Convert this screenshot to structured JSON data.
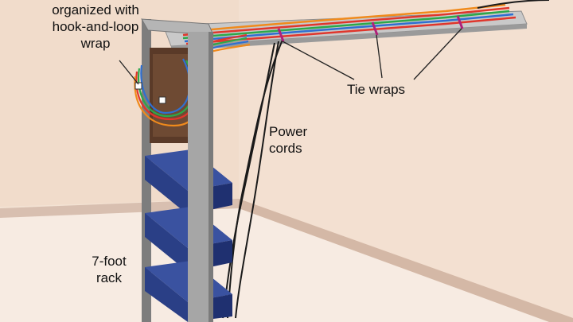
{
  "labels": {
    "cable_management": "organized with\nhook-and-loop\nwrap",
    "tie_wraps": "Tie wraps",
    "power_cords": "Power\ncords",
    "rack": "7-foot\nrack"
  },
  "colors": {
    "wall": "#f1dccb",
    "floor": "#f7ebe2",
    "baseboard": "#d8bfb0",
    "rack_frame": "#a6a6a6",
    "rack_dark": "#6f6f6f",
    "equipment": "#2a3f86",
    "panel": "#5a3a28",
    "cable_red": "#e0362c",
    "cable_green": "#2ca84a",
    "cable_blue": "#2f6fd1",
    "cable_orange": "#f08a1c",
    "power_cord": "#1a1a1a",
    "tie": "#b0207a"
  }
}
